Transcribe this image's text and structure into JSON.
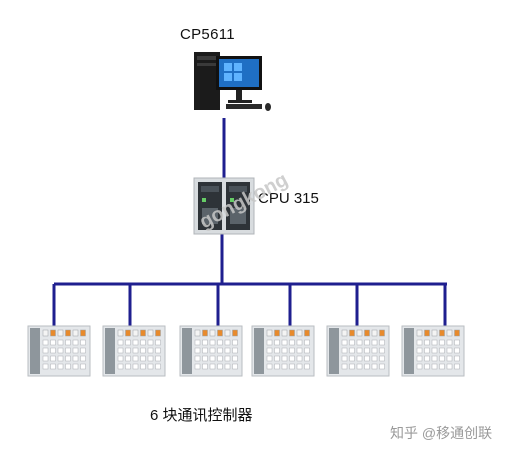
{
  "diagram": {
    "nodes": {
      "pc": {
        "label": "CP5611",
        "icon": "desktop-computer-icon"
      },
      "cpu": {
        "label": "CPU 315",
        "icon": "plc-cpu-icon"
      },
      "modules": {
        "count": 6,
        "icon": "io-module-icon"
      }
    },
    "caption": "6 块通讯控制器",
    "watermark": "知乎 @移通创联",
    "overlay_watermark": "gongkong"
  },
  "colors": {
    "line": "#1f1f8f",
    "module_body": "#e4e7ea",
    "module_dark": "#8e969c",
    "accent_orange": "#e88a2c"
  }
}
